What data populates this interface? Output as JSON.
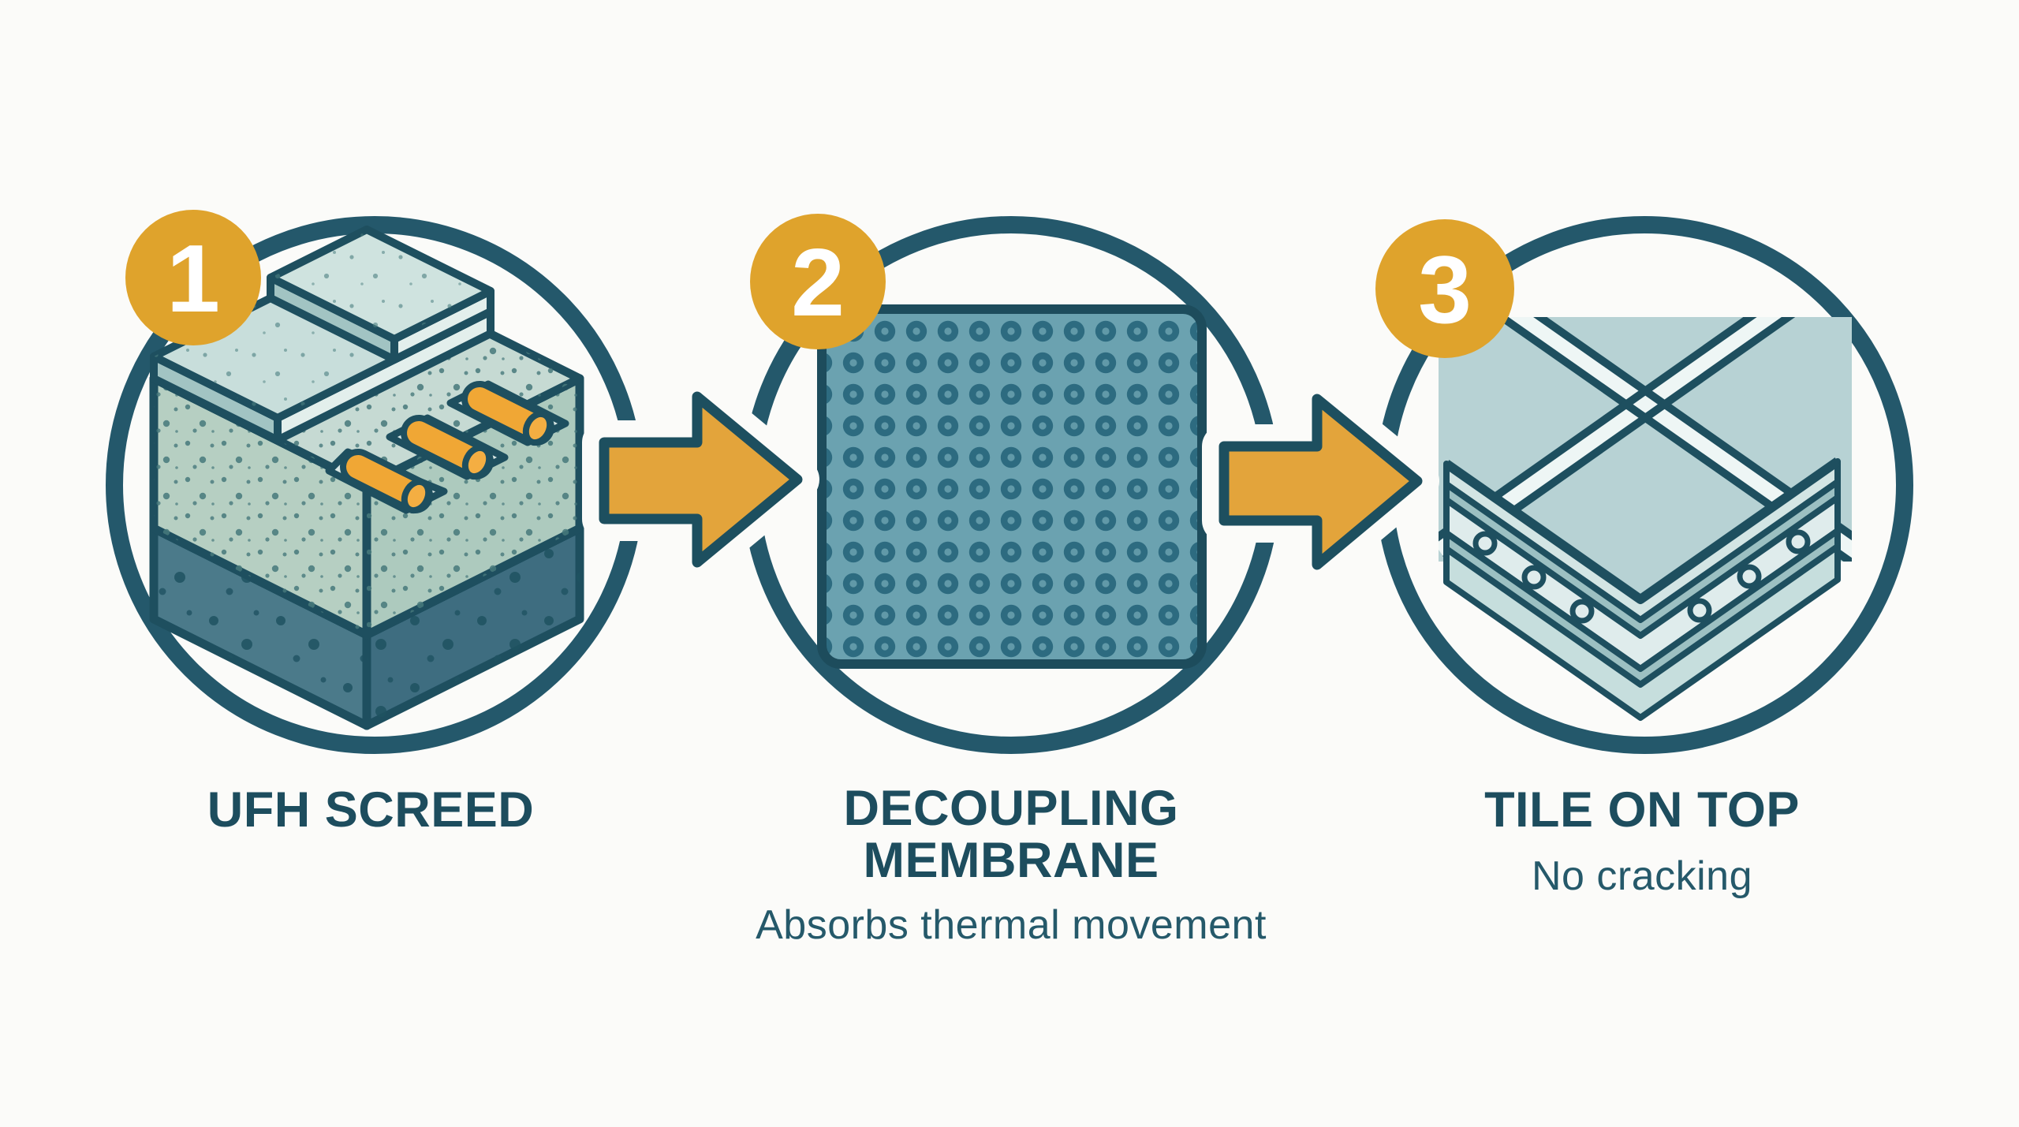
{
  "infographic": {
    "description": "3-step underfloor heating tiling process diagram",
    "background_color": "#fbfbf9",
    "colors": {
      "accent_orange": "#dfa32c",
      "arrow_orange": "#e3a43b",
      "pipe_orange": "#f0a735",
      "outline_teal": "#1e4f5f",
      "circle_teal": "#24586b",
      "title_text": "#1d4d5e",
      "subtitle_text": "#25596a",
      "membrane_fill": "#6ba2b0",
      "membrane_dot": "#2d6b80",
      "tile_fill": "#b7d2d4",
      "screed_fill": "#b6cfc2",
      "subfloor_fill": "#4b7a8a"
    },
    "steps": [
      {
        "number": "1",
        "title_lines": [
          "UFH SCREED"
        ],
        "illustration": "isometric screed block with underfloor heating pipes"
      },
      {
        "number": "2",
        "title_lines": [
          "DECOUPLING",
          "MEMBRANE"
        ],
        "subtitle": "Absorbs thermal movement",
        "illustration": "dimpled decoupling membrane mat"
      },
      {
        "number": "3",
        "title_lines": [
          "TILE ON TOP"
        ],
        "subtitle": "No cracking",
        "illustration": "layered floor cross-section with tiles"
      }
    ],
    "arrow_icon": "right-arrow"
  }
}
